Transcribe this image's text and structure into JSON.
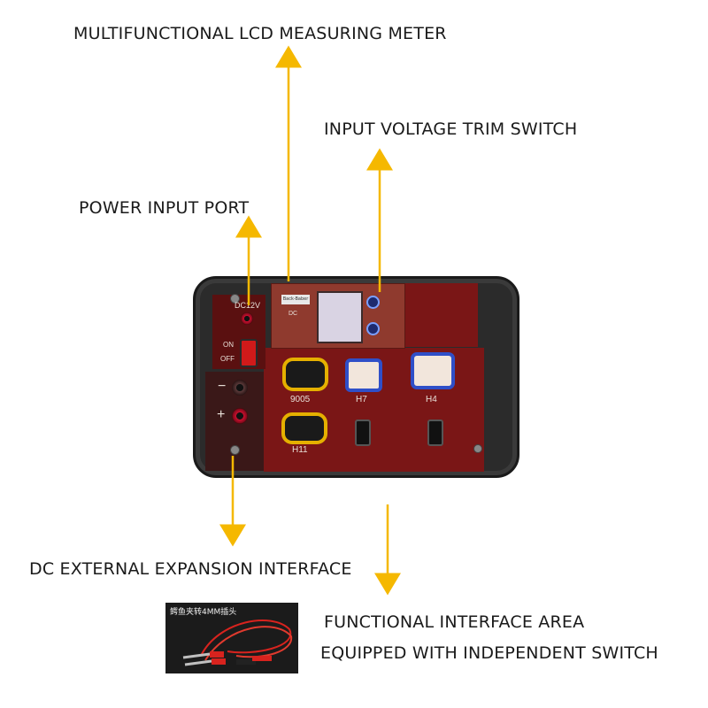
{
  "labels": {
    "lcd_meter": "MULTIFUNCTIONAL LCD MEASURING METER",
    "trim_switch": "INPUT VOLTAGE TRIM SWITCH",
    "power_port": "POWER INPUT PORT",
    "dc_expansion": "DC EXTERNAL EXPANSION INTERFACE",
    "functional_area_line1": "FUNCTIONAL INTERFACE AREA",
    "functional_area_line2": "EQUIPPED WITH INDEPENDENT SWITCH"
  },
  "device": {
    "dc_port": "DC12V",
    "on": "ON",
    "off": "OFF",
    "minus": "−",
    "plus": "+",
    "lcd_brand": "Back-Baber",
    "lcd_text": "DC",
    "conn_9005": "9005",
    "conn_h7": "H7",
    "conn_h4": "H4",
    "conn_h11": "H11"
  },
  "inset": {
    "title": "鳄鱼夹转4MM插头"
  },
  "colors": {
    "arrow": "#f5b800",
    "panel": "#7a1616",
    "device_body": "#2b2b2b"
  }
}
